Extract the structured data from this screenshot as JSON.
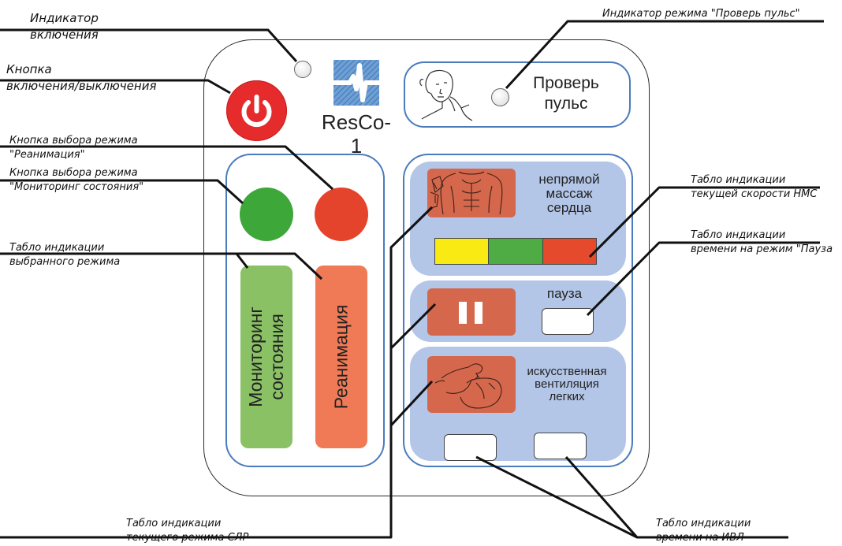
{
  "device": {
    "brand": "ResCo-1",
    "pulse_check_label_line1": "Проверь",
    "pulse_check_label_line2": "пульс",
    "monitoring_mode_line1": "Мониторинг",
    "monitoring_mode_line2": "состояния",
    "resuscitation_mode": "Реанимация",
    "cpr_label_line1": "непрямой",
    "cpr_label_line2": "массаж",
    "cpr_label_line3": "сердца",
    "pause_label": "пауза",
    "ventilation_label_line1": "искусственная",
    "ventilation_label_line2": "вентиляция",
    "ventilation_label_line3": "легких"
  },
  "callouts": {
    "power_indicator_l1": "Индикатор",
    "power_indicator_l2": "включения",
    "power_button_l1": "Кнопка",
    "power_button_l2": "включения/выключения",
    "reanimation_select_l1": "Кнопка выбора режима",
    "reanimation_select_l2": "\"Реанимация\"",
    "monitoring_select_l1": "Кнопка выбора режима",
    "monitoring_select_l2": "\"Мониторинг состояния\"",
    "selected_mode_l1": "Табло индикации",
    "selected_mode_l2": "выбранного режима",
    "pulse_indicator": "Индикатор режима \"Проверь пульс\"",
    "nms_speed_l1": "Табло индикации",
    "nms_speed_l2": "текущей скорости НМС",
    "pause_time_l1": "Табло индикации",
    "pause_time_l2": "времени на режим \"Пауза",
    "cpr_mode_l1": "Табло индикации",
    "cpr_mode_l2": "текущего режима СЛР",
    "ivl_time_l1": "Табло индикации",
    "ivl_time_l2": "времени на ИВЛ"
  },
  "colors": {
    "power_button": "#e52b2b",
    "monitoring_button": "#3da73a",
    "reanimation_button": "#e5442c",
    "monitoring_bar": "#8ac165",
    "reanimation_bar": "#ef7a55",
    "speed_yellow": "#f8ea12",
    "speed_green": "#4fac45",
    "speed_red": "#e54a2c",
    "section_fill": "#b3c6e7",
    "panel_border": "#4a7bbd",
    "logo_blue": "#4d88c6"
  },
  "icons": [
    "power-icon",
    "medical-cross-logo-icon",
    "pulse-check-person-icon",
    "torso-icon",
    "pause-icon",
    "mouth-to-mouth-icon"
  ]
}
